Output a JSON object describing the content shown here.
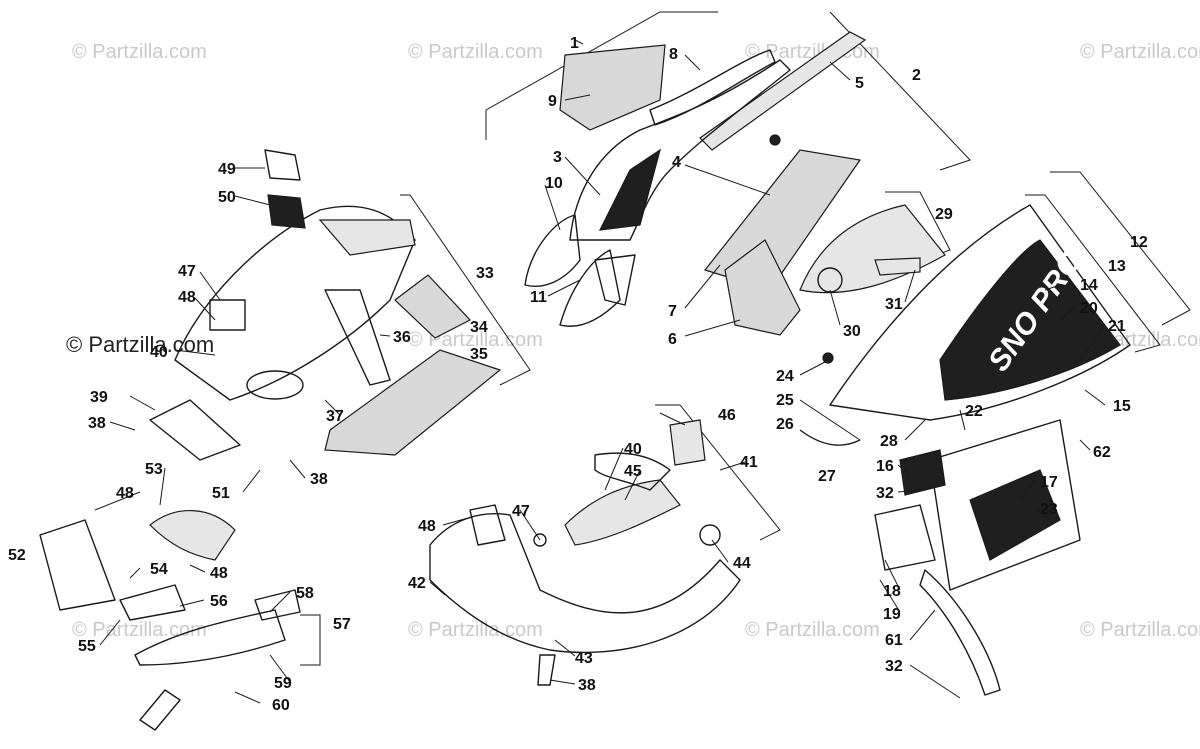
{
  "watermark": {
    "text": "© Partzilla.com",
    "color": "#c9c9c9",
    "prominent_color": "#222222"
  },
  "decal": {
    "text": "SNO PRO"
  },
  "callouts": {
    "c1": "1",
    "c2": "2",
    "c3": "3",
    "c4": "4",
    "c5": "5",
    "c6": "6",
    "c7": "7",
    "c8": "8",
    "c9": "9",
    "c10": "10",
    "c11": "11",
    "c12": "12",
    "c13": "13",
    "c14": "14",
    "c15": "15",
    "c16": "16",
    "c17": "17",
    "c18": "18",
    "c19": "19",
    "c20": "20",
    "c21": "21",
    "c22": "22",
    "c23": "23",
    "c24": "24",
    "c25": "25",
    "c26": "26",
    "c27": "27",
    "c28": "28",
    "c29": "29",
    "c30": "30",
    "c31": "31",
    "c32a": "32",
    "c32b": "32",
    "c33": "33",
    "c34": "34",
    "c35": "35",
    "c36": "36",
    "c37": "37",
    "c38a": "38",
    "c38b": "38",
    "c38c": "38",
    "c39": "39",
    "c40a": "40",
    "c40b": "40",
    "c41": "41",
    "c42": "42",
    "c43": "43",
    "c44": "44",
    "c45": "45",
    "c46": "46",
    "c47a": "47",
    "c47b": "47",
    "c48a": "48",
    "c48b": "48",
    "c48c": "48",
    "c48d": "48",
    "c49": "49",
    "c50": "50",
    "c51": "51",
    "c52": "52",
    "c53": "53",
    "c54": "54",
    "c55": "55",
    "c56": "56",
    "c57": "57",
    "c58": "58",
    "c59": "59",
    "c60": "60",
    "c61": "61",
    "c62": "62"
  }
}
